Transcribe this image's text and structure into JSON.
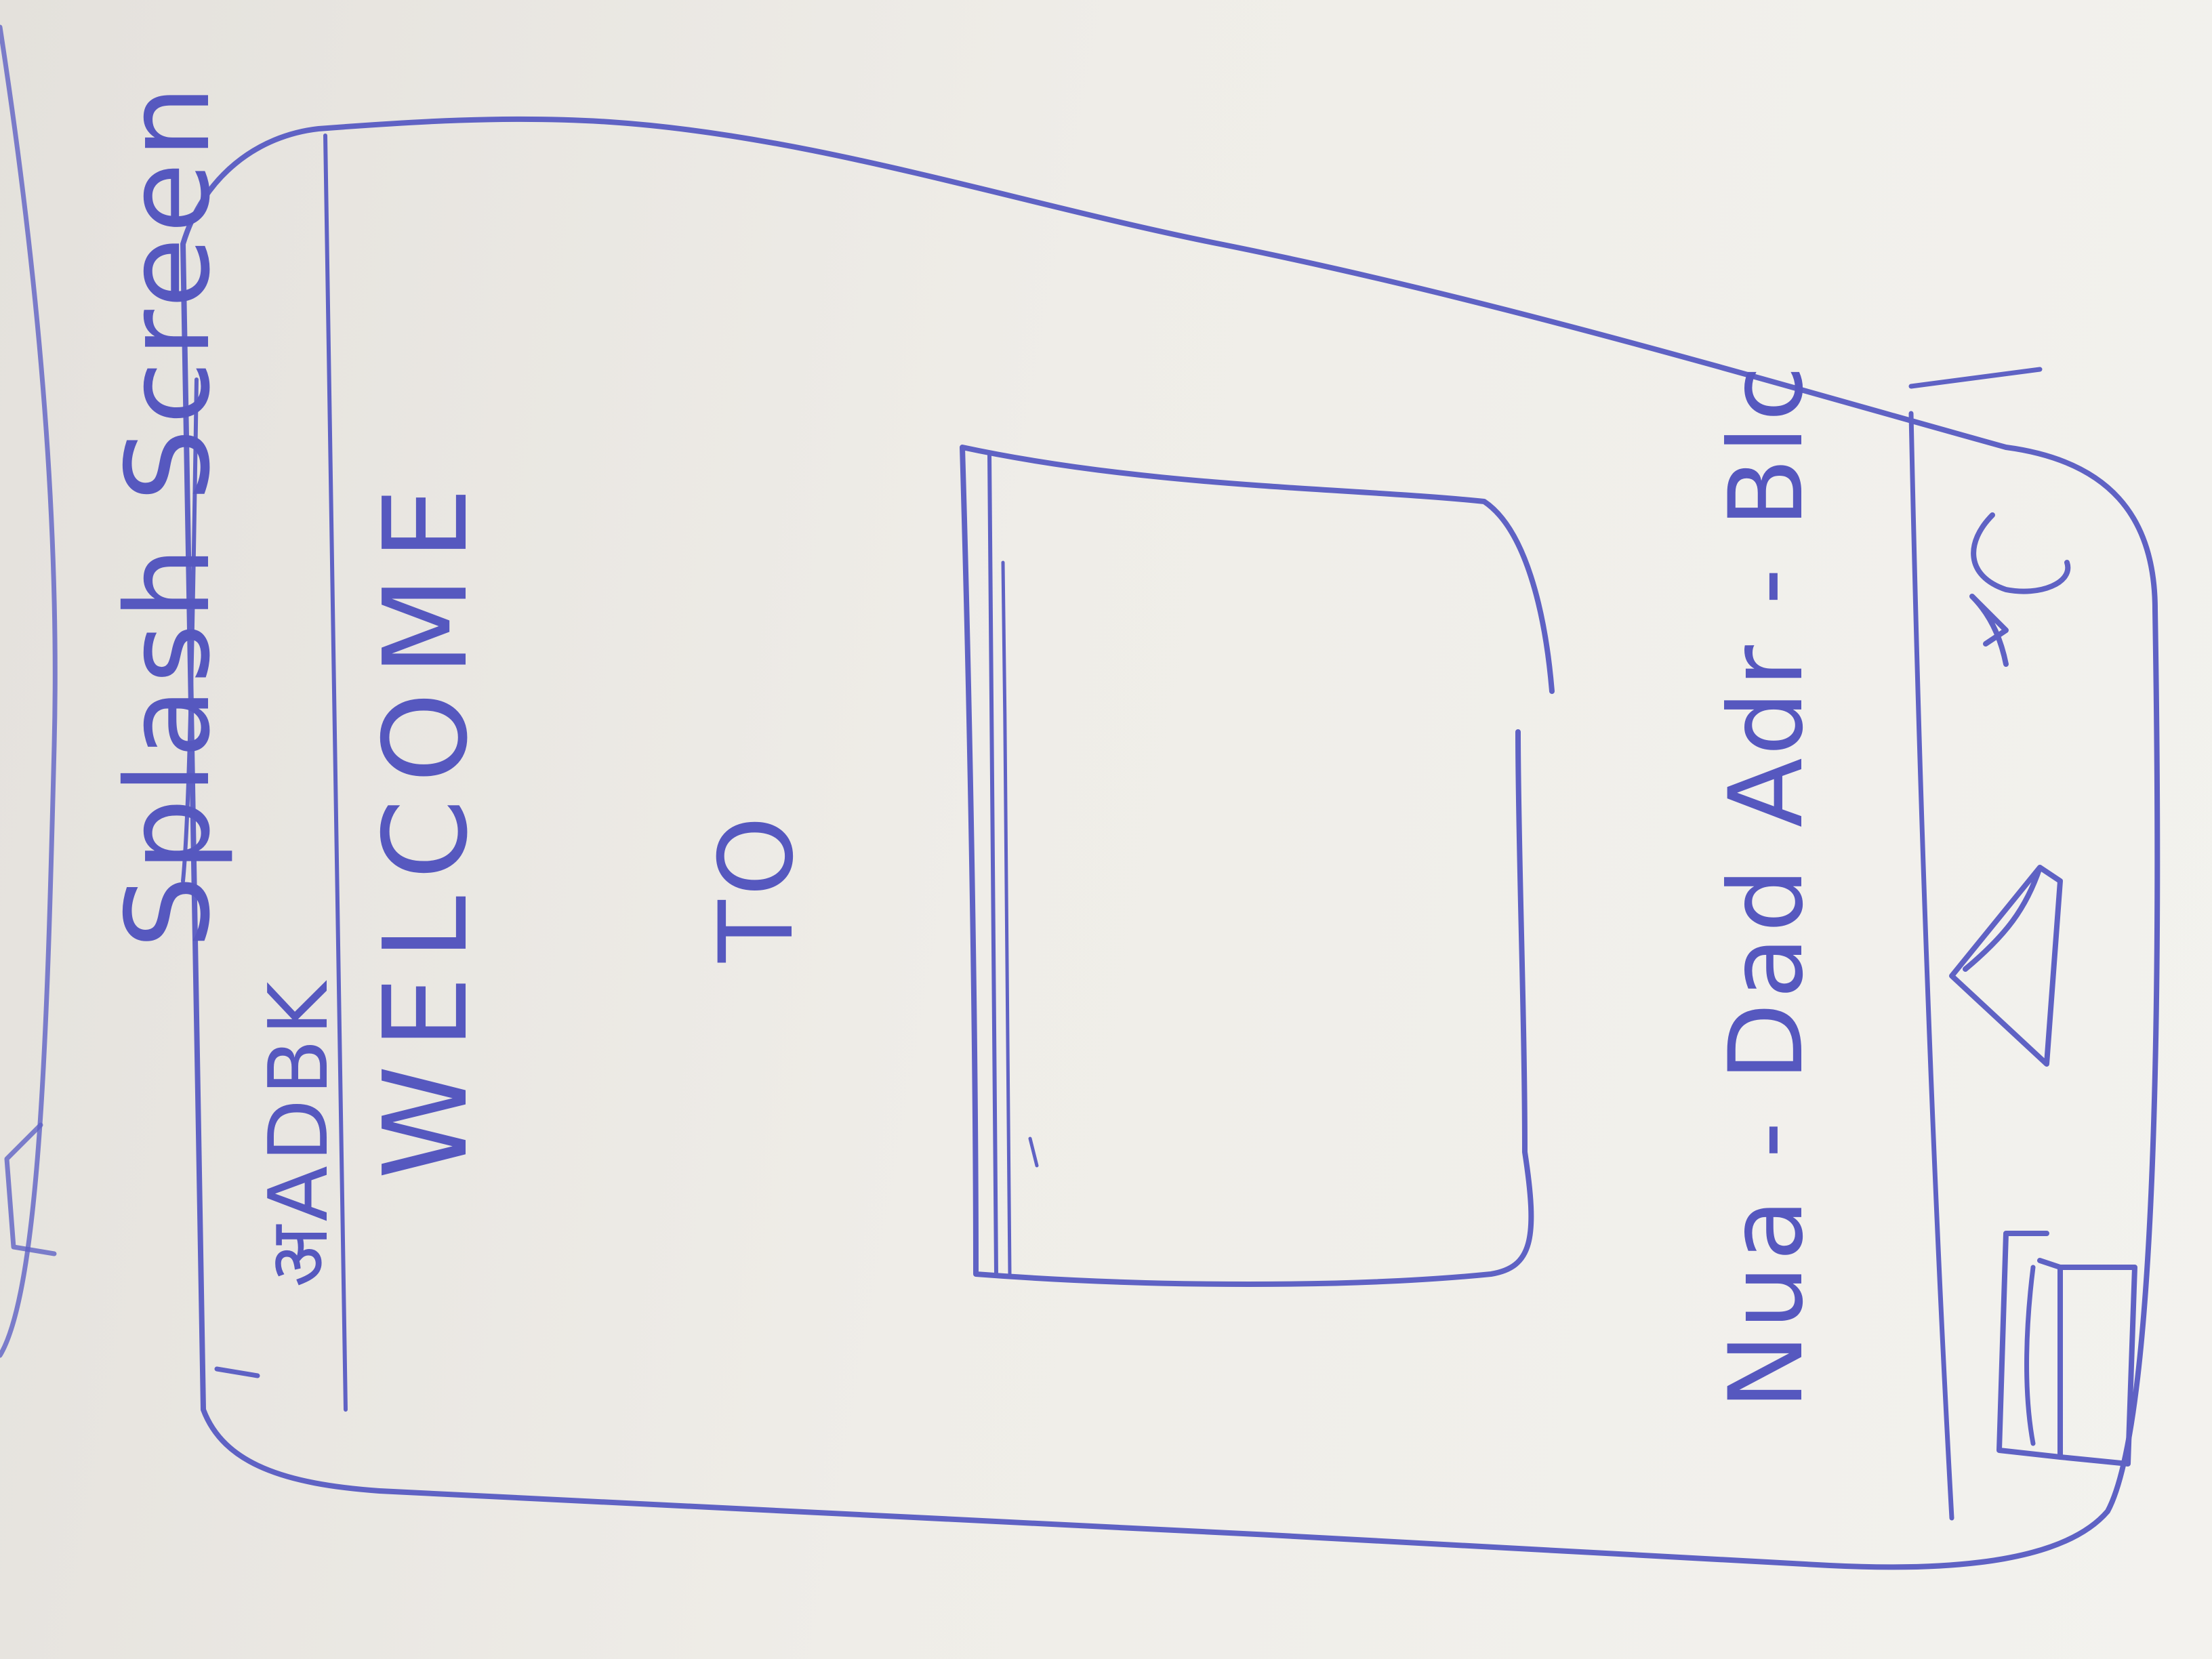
{
  "sketch": {
    "title": "Splash Screen",
    "ink_color": "#5a5cc0",
    "paper_color": "#efede8"
  },
  "app_bar": {
    "title": "अADBK"
  },
  "main": {
    "greeting": "WELCOME",
    "connector": "TO",
    "logo_placeholder": "image-placeholder"
  },
  "footer": {
    "credit": "Nua - Dad Adr - Blc"
  },
  "nav_bar": {
    "items": [
      {
        "icon": "recent-apps-icon"
      },
      {
        "icon": "home-icon"
      },
      {
        "icon": "back-icon"
      }
    ]
  }
}
